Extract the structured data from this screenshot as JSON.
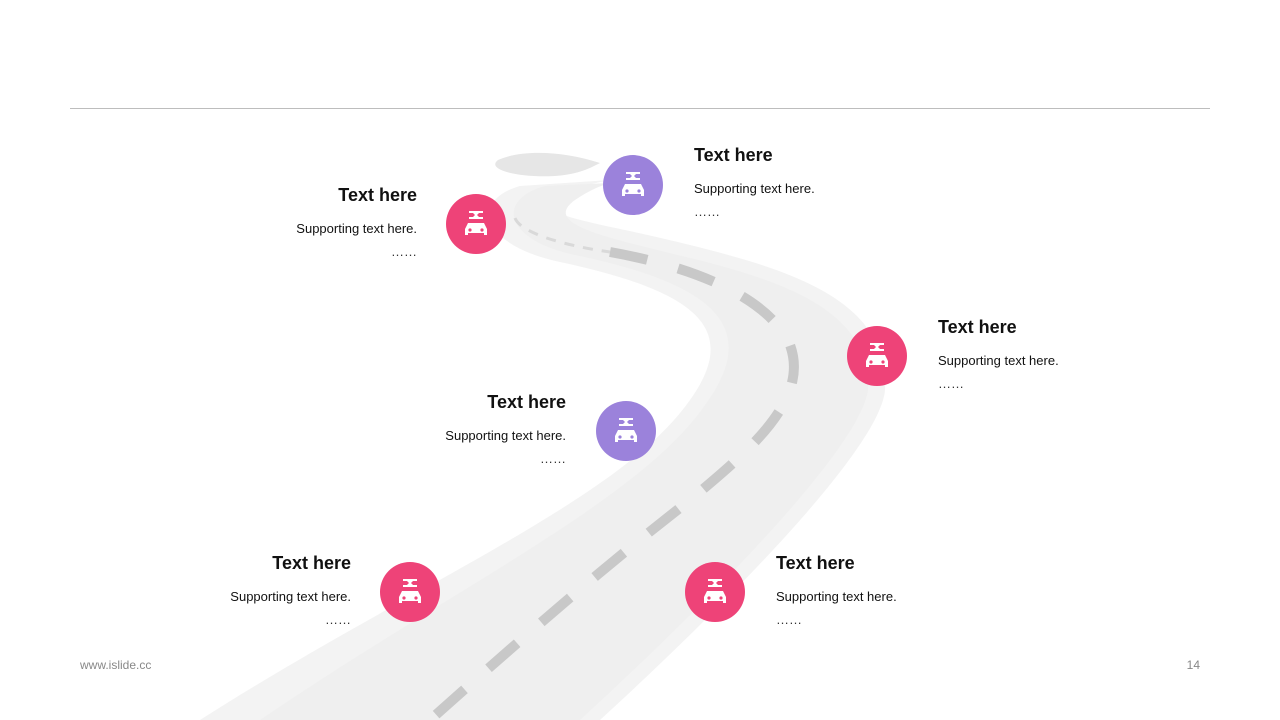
{
  "colors": {
    "pink": "#EE4378",
    "purple": "#9B82DB",
    "road": "#efefef",
    "edge": "#f4f4f4",
    "dash": "#c8c8c8",
    "rule": "#bdbdbd"
  },
  "milestones": [
    {
      "title": "Text here",
      "text": "Supporting  text here.",
      "dots": "……",
      "color": "pink",
      "icon": "car-repair-icon"
    },
    {
      "title": "Text here",
      "text": "Supporting  text here.",
      "dots": "……",
      "color": "purple",
      "icon": "car-repair-icon"
    },
    {
      "title": "Text here",
      "text": "Supporting  text here.",
      "dots": "……",
      "color": "pink",
      "icon": "car-repair-icon"
    },
    {
      "title": "Text here",
      "text": "Supporting  text here.",
      "dots": "……",
      "color": "purple",
      "icon": "car-repair-icon"
    },
    {
      "title": "Text here",
      "text": "Supporting  text here.",
      "dots": "……",
      "color": "pink",
      "icon": "car-repair-icon"
    },
    {
      "title": "Text here",
      "text": "Supporting  text here.",
      "dots": "……",
      "color": "pink",
      "icon": "car-repair-icon"
    }
  ],
  "footer": {
    "website": "www.islide.cc",
    "page_number": "14"
  }
}
